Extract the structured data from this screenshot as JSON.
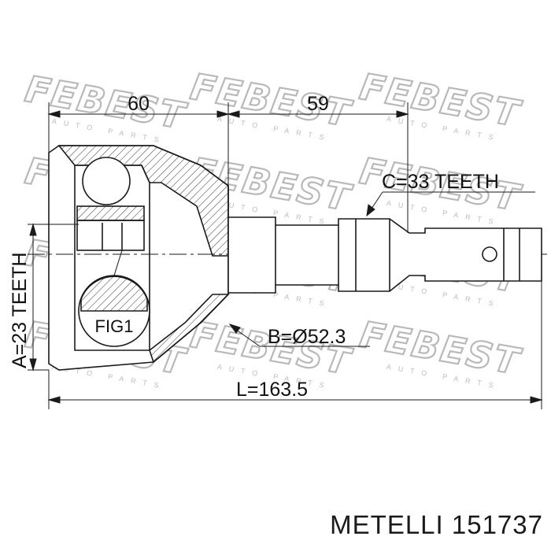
{
  "dimensions": {
    "outer_length_label": "60",
    "shaft_length_label": "59",
    "spline_c_label": "C=33 TEETH",
    "diameter_b_label": "B=Ø52.3",
    "total_length_label": "L=163.5",
    "spline_a_label": "A=23 TEETH"
  },
  "detail_label": "FIG1",
  "watermark": {
    "brand": "FEBEST",
    "tagline": "AUTO PARTS"
  },
  "footer": {
    "text": "METELLI 151737"
  },
  "colors": {
    "line": "#1a1a1a",
    "watermark": "#b9b9b9",
    "background": "#ffffff"
  }
}
